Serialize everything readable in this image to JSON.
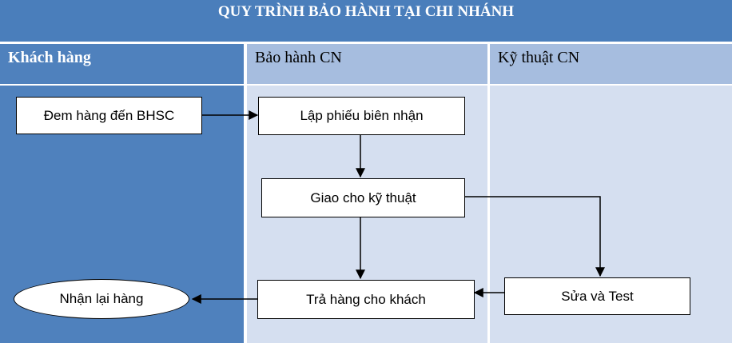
{
  "title": "QUY TRÌNH BẢO HÀNH TẠI CHI NHÁNH",
  "lanes": [
    {
      "label": "Khách hàng"
    },
    {
      "label": "Bảo hành CN"
    },
    {
      "label": "Kỹ thuật CN"
    }
  ],
  "steps": {
    "bring": "Đem hàng đến BHSC",
    "receipt": "Lập phiếu biên nhận",
    "assign": "Giao cho kỹ thuật",
    "repair": "Sửa và Test",
    "return": "Trả hàng cho khách",
    "receive": "Nhận lại hàng"
  },
  "colors": {
    "title_bg": "#4a7ebb",
    "customer_lane": "#4f81bd",
    "header_light": "#a6bddf",
    "lane_light": "#d5dff0"
  }
}
